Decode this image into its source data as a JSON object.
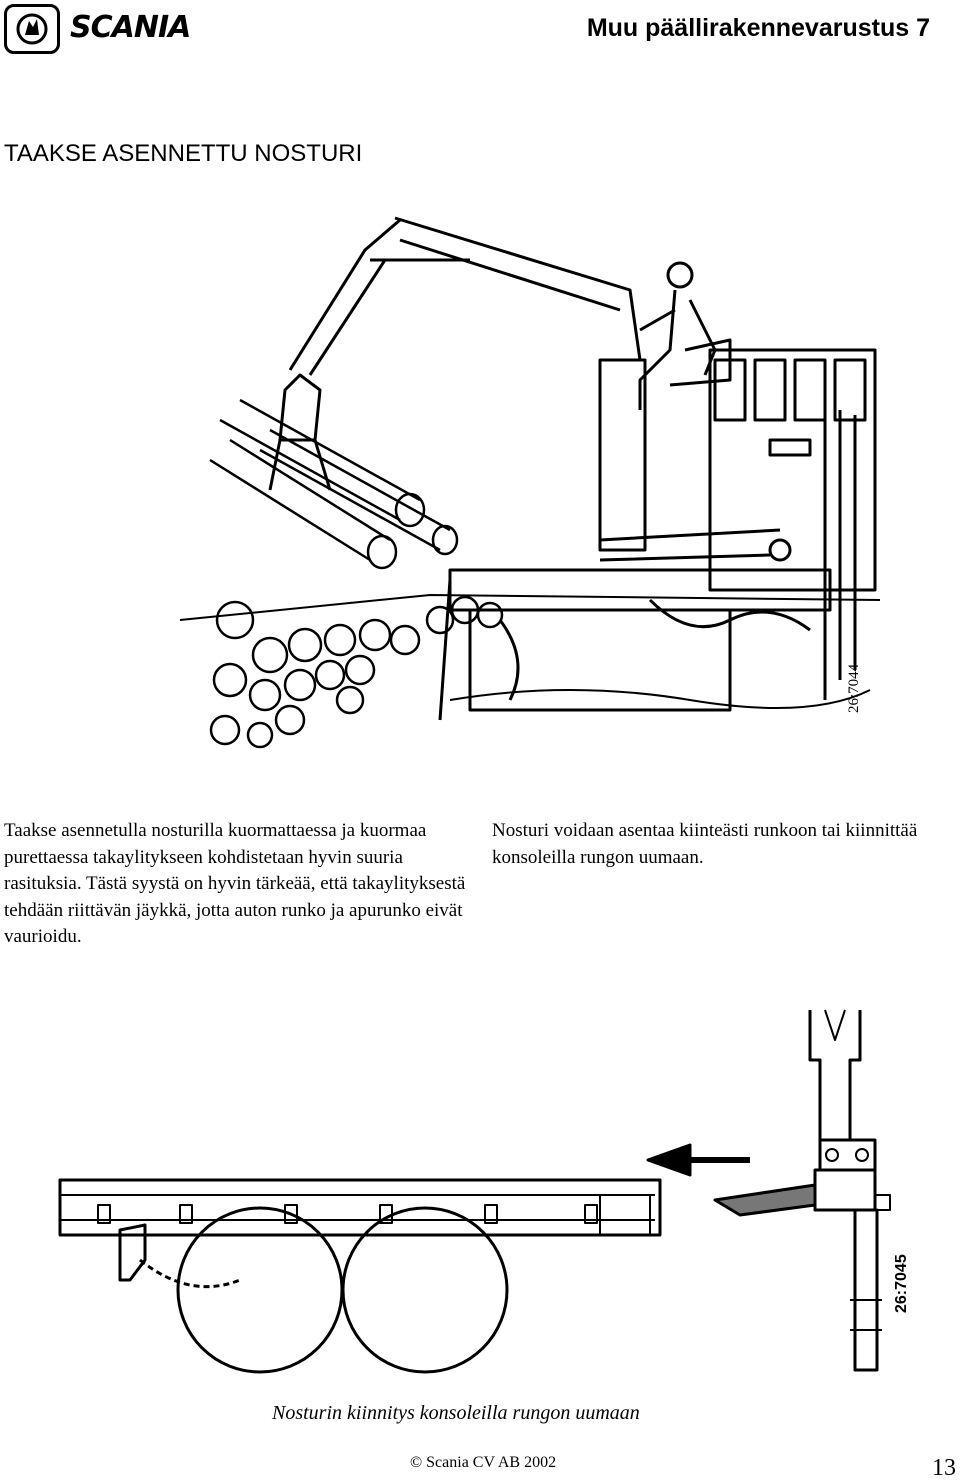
{
  "header": {
    "brand": "SCANIA",
    "title": "Muu päällirakennevarustus 7"
  },
  "section_title": "TAAKSE ASENNETTU NOSTURI",
  "figure1": {
    "code": "26:7044"
  },
  "paragraphs": {
    "left": "Taakse asennetulla nosturilla kuormattaessa ja kuormaa purettaessa takaylitykseen kohdistetaan hyvin suuria rasituksia. Tästä syystä on hyvin tärkeää, että takaylityksestä tehdään riittävän jäykkä, jotta auton runko ja apurunko eivät vaurioidu.",
    "right": "Nosturi voidaan asentaa kiinteästi runkoon tai kiinnittää konsoleilla rungon uumaan."
  },
  "figure2": {
    "code": "26:7045",
    "caption": "Nosturin kiinnitys konsoleilla rungon uumaan"
  },
  "footer": {
    "copyright": "© Scania CV AB 2002",
    "page": "13"
  }
}
